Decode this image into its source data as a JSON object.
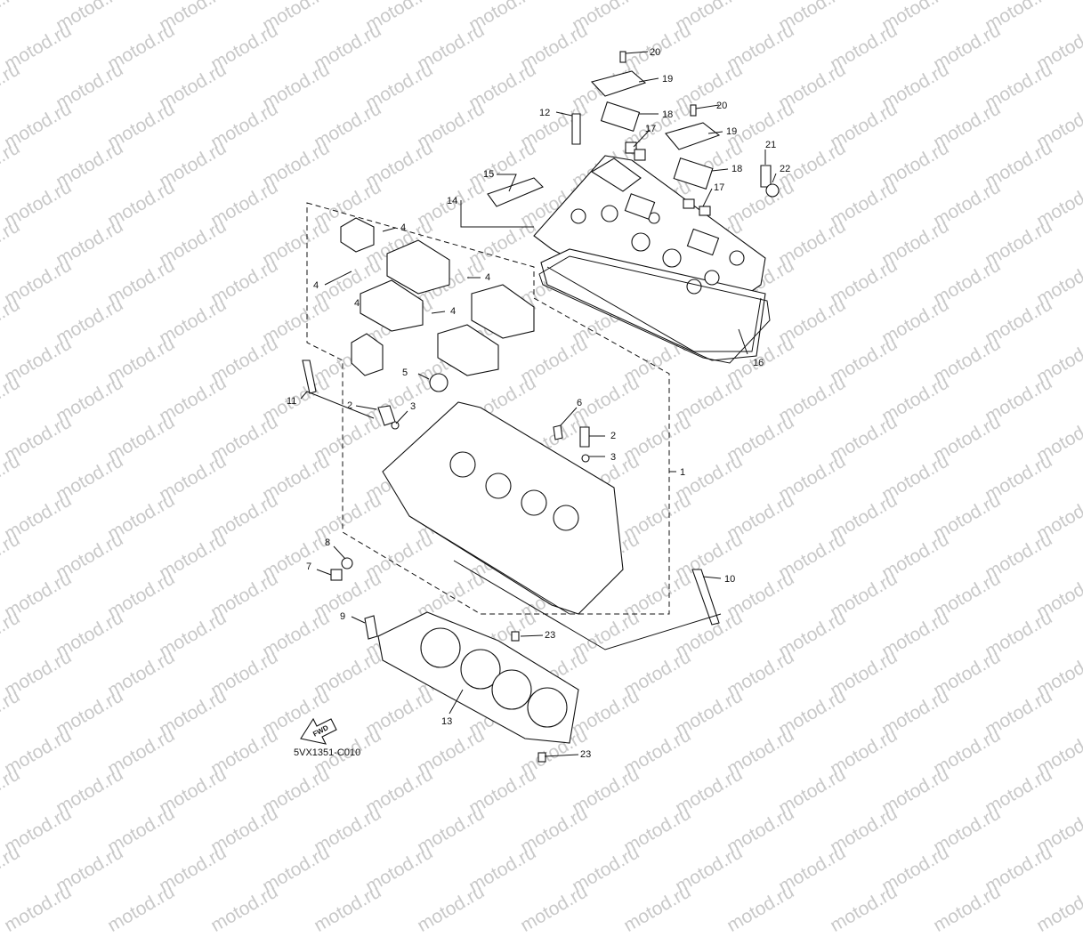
{
  "watermark": "motod.ru",
  "diagram_code": "5VX1351-C010",
  "fwd_label": "FWD",
  "callouts": [
    "1",
    "2",
    "2",
    "3",
    "3",
    "4",
    "4",
    "4",
    "4",
    "4",
    "5",
    "6",
    "7",
    "8",
    "9",
    "10",
    "11",
    "12",
    "13",
    "14",
    "15",
    "16",
    "17",
    "17",
    "18",
    "18",
    "19",
    "19",
    "20",
    "20",
    "21",
    "22",
    "23",
    "23"
  ]
}
